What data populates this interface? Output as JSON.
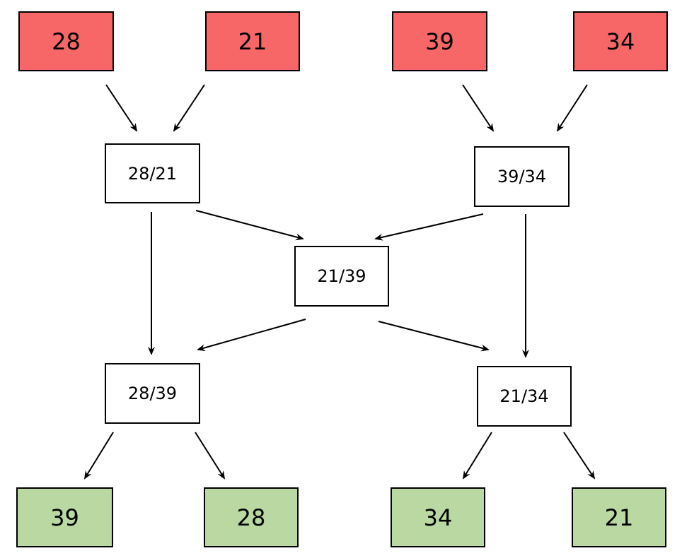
{
  "inputs": [
    "28",
    "21",
    "39",
    "34"
  ],
  "comparators": {
    "c1": "28/21",
    "c2": "39/34",
    "c3": "21/39",
    "c4": "28/39",
    "c5": "21/34"
  },
  "outputs": [
    "39",
    "28",
    "34",
    "21"
  ],
  "colors": {
    "input_fill": "#f76767",
    "output_fill": "#b9d8a2",
    "comparator_fill": "#ffffff",
    "stroke": "#000000"
  }
}
